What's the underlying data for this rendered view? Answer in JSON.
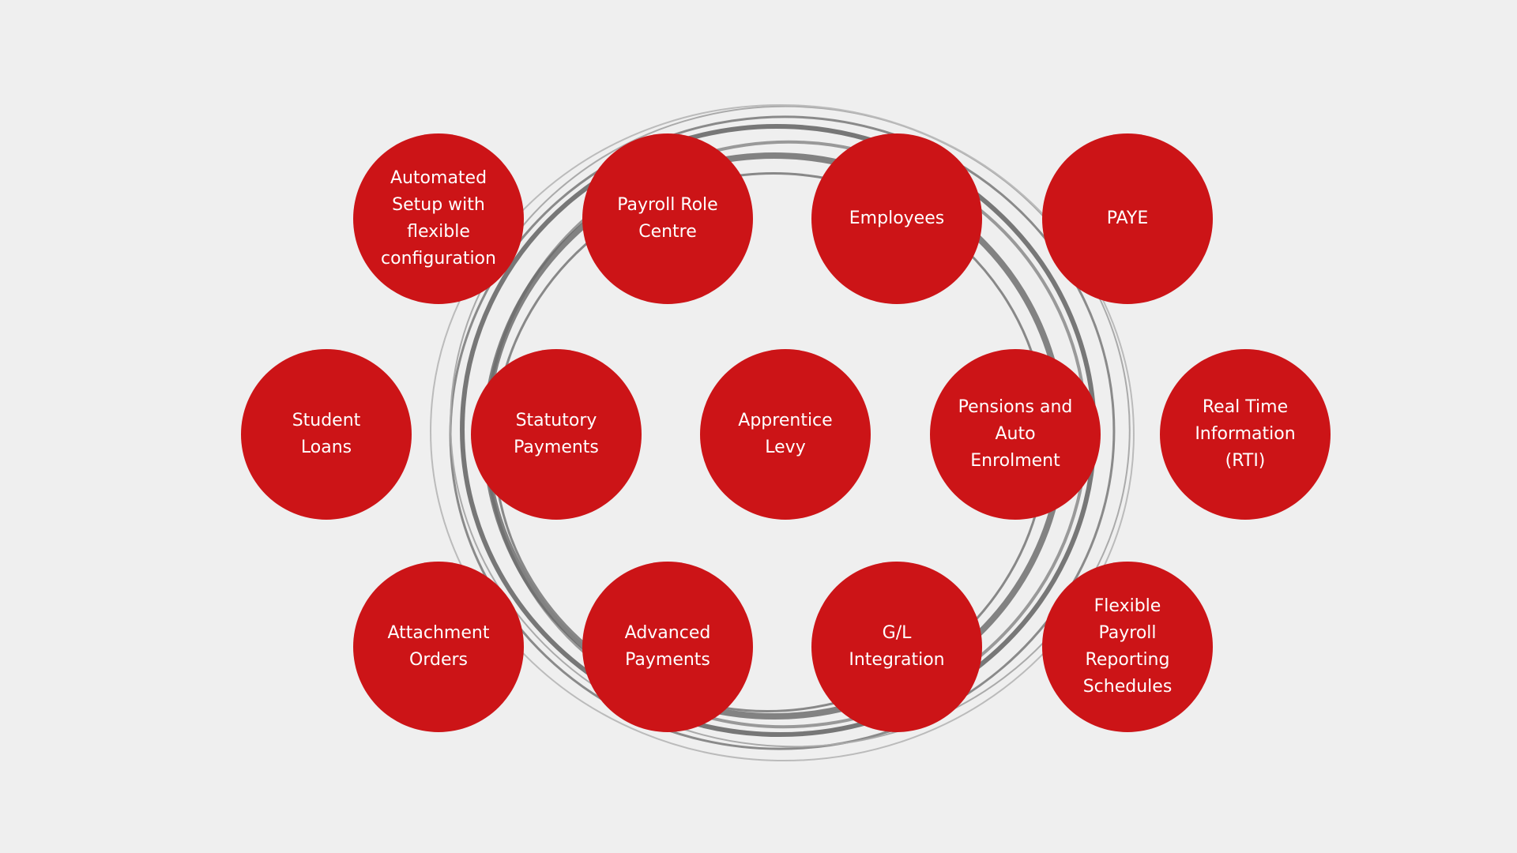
{
  "accent_color": "#cc1417",
  "nodes": [
    {
      "id": "automated-setup",
      "label": "Automated\nSetup with\nflexible\nconfiguration"
    },
    {
      "id": "payroll-role-centre",
      "label": "Payroll Role\nCentre"
    },
    {
      "id": "employees",
      "label": "Employees"
    },
    {
      "id": "paye",
      "label": "PAYE"
    },
    {
      "id": "student-loans",
      "label": "Student\nLoans"
    },
    {
      "id": "statutory-payments",
      "label": "Statutory\nPayments"
    },
    {
      "id": "apprentice-levy",
      "label": "Apprentice\nLevy"
    },
    {
      "id": "pensions",
      "label": "Pensions and\nAuto\nEnrolment"
    },
    {
      "id": "rti",
      "label": "Real Time\nInformation\n(RTI)"
    },
    {
      "id": "attachment-orders",
      "label": "Attachment\nOrders"
    },
    {
      "id": "advanced-payments",
      "label": "Advanced\nPayments"
    },
    {
      "id": "gl-integration",
      "label": "G/L\nIntegration"
    },
    {
      "id": "reporting-schedules",
      "label": "Flexible\nPayroll\nReporting\nSchedules"
    }
  ]
}
